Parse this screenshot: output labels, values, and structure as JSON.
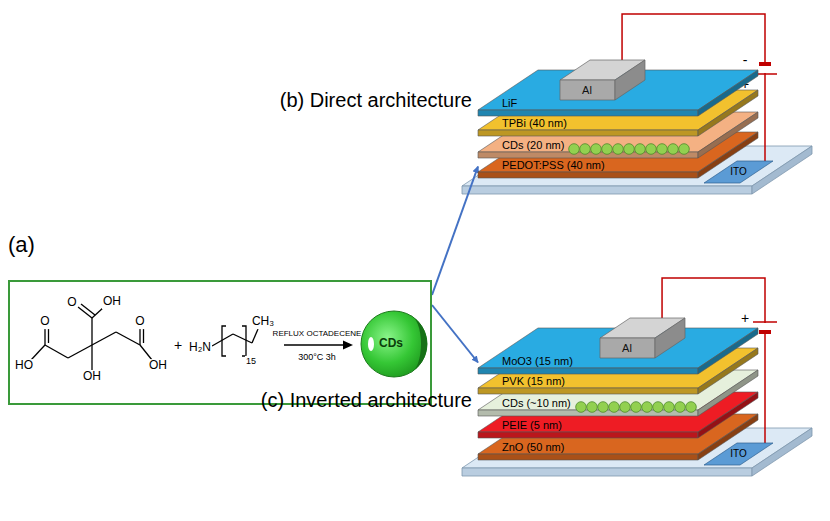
{
  "diagram": {
    "nodes": [
      {
        "text": [
          "REFLUX OCTADECENE",
          "300°C 3h"
        ]
      },
      {
        "text": [
          "CDs"
        ],
        "in": 0
      },
      {
        "text": [
          "Al"
        ]
      },
      {
        "text": [
          "LiF"
        ]
      },
      {
        "text": [
          "TPBi (40 nm)"
        ]
      },
      {
        "text": [
          "CDs (20 nm)"
        ]
      },
      {
        "text": [
          "PEDOT:PSS (40 nm)"
        ]
      },
      {
        "text": [
          "ITO"
        ]
      },
      {
        "text": [
          "Al"
        ]
      },
      {
        "text": [
          "MoO3 (15 nm)"
        ]
      },
      {
        "text": [
          "PVK (15 nm)"
        ]
      },
      {
        "text": [
          "CDs (~10 nm)"
        ]
      },
      {
        "text": [
          "PEIE (5 nm)"
        ]
      },
      {
        "text": [
          "ZnO (50 nm)"
        ]
      },
      {
        "text": [
          "ITO"
        ]
      }
    ],
    "edges": [
      {
        "from": 0,
        "to": 6,
        "arrow": "to"
      },
      {
        "from": 0,
        "to": 9,
        "arrow": "to"
      },
      {
        "from": 2,
        "to": 7,
        "arrow": "none"
      },
      {
        "from": 8,
        "to": 14,
        "arrow": "none"
      }
    ],
    "labels": [
      "(a)",
      "(b) Direct architecture",
      "(c) Inverted architecture",
      "O",
      "OH",
      "OH",
      "O",
      "HO",
      "O",
      "OH",
      "+",
      "H₂N",
      "15",
      "CH₃",
      "-",
      "+",
      "+",
      "-"
    ]
  }
}
